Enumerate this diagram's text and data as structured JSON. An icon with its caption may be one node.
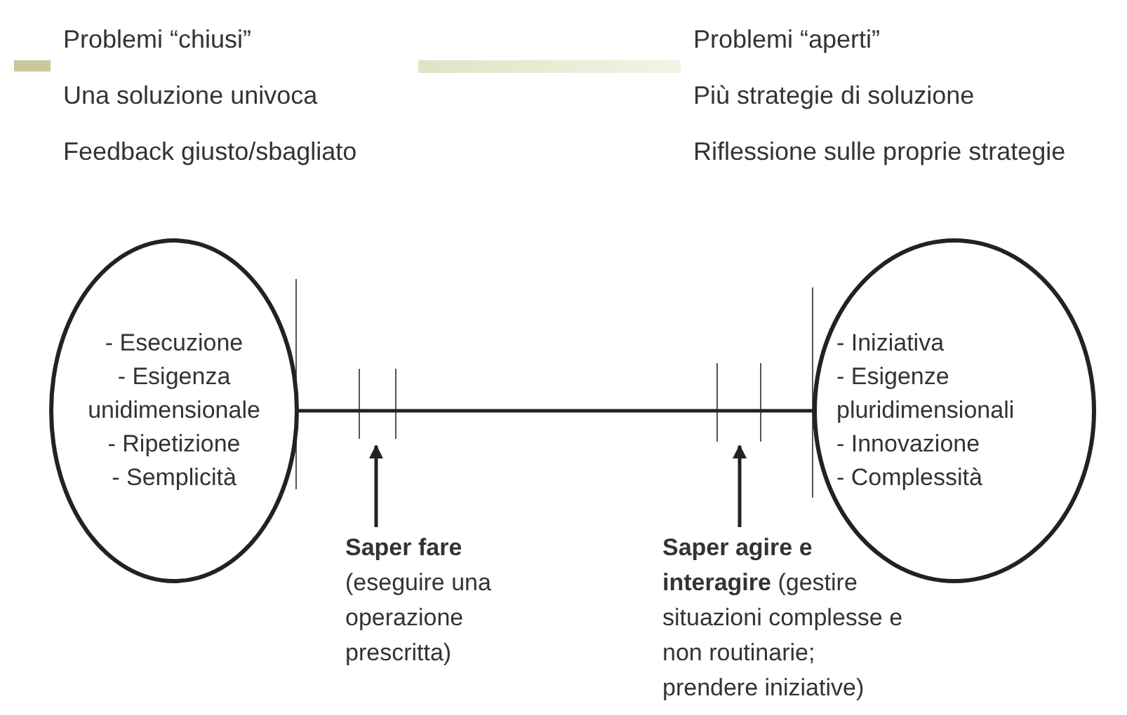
{
  "diagram": {
    "nodes": [
      {
        "text": [
          "- Esecuzione",
          "- Esigenza unidimensionale",
          "- Ripetizione",
          "- Semplicità"
        ]
      },
      {
        "text": [
          "- Iniziativa",
          "- Esigenze pluridimensionali",
          "- Innovazione",
          "- Complessità"
        ]
      },
      {
        "text": [
          "**Saper fare** (eseguire una operazione prescritta)"
        ]
      },
      {
        "text": [
          "**Saper agire e interagire** (gestire situazioni complesse e non routinarie; prendere iniziative)"
        ]
      }
    ],
    "edges": [
      {
        "from": 0,
        "to": 1,
        "arrow": "none"
      },
      {
        "from": 2,
        "to": null,
        "arrow": "to"
      },
      {
        "from": 3,
        "to": null,
        "arrow": "to"
      }
    ],
    "labels": [
      "Problemi “chiusi”",
      "Problemi “aperti”",
      "Una soluzione univoca",
      "Più strategie di soluzione",
      "Feedback giusto/sbagliato",
      "Riflessione sulle proprie strategie"
    ]
  }
}
